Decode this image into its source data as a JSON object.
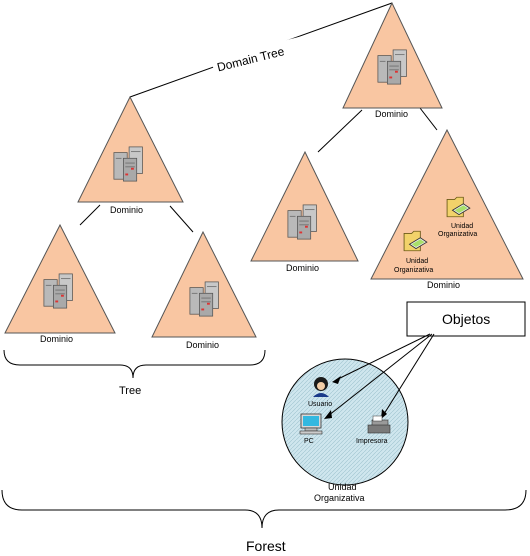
{
  "labels": {
    "domain_tree": "Domain Tree",
    "dominio": "Dominio",
    "tree": "Tree",
    "forest": "Forest",
    "objetos": "Objetos",
    "unidad_organizativa_line1": "Unidad",
    "unidad_organizativa_line2": "Organizativa",
    "usuario": "Usuario",
    "pc": "PC",
    "impresora": "Impresora"
  },
  "colors": {
    "triangle_fill": "#f9c6a2",
    "circle_fill": "#c8e2ea",
    "folder_fill": "#f2d26a"
  },
  "icons": [
    "server-icon",
    "folder-icon",
    "user-icon",
    "pc-icon",
    "printer-icon"
  ]
}
